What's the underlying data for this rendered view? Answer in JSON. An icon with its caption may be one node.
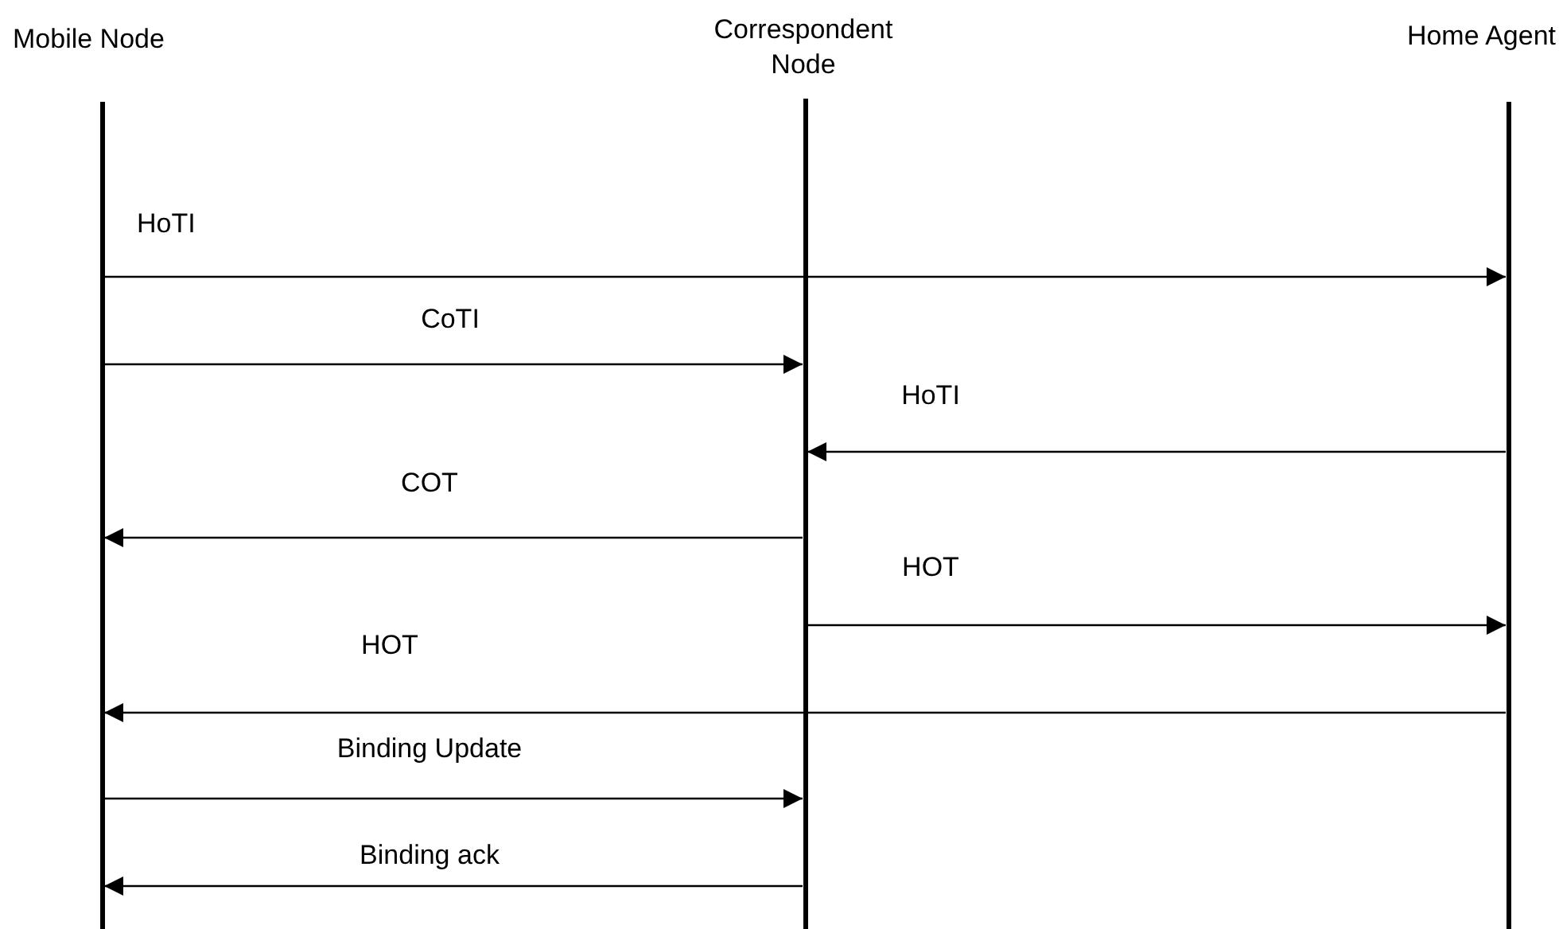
{
  "diagram": {
    "nodes": [
      {
        "text": [
          "Mobile Node"
        ]
      },
      {
        "text": [
          "Correspondent Node"
        ]
      },
      {
        "text": [
          "Home Agent"
        ]
      }
    ],
    "edges": [
      {
        "from": 0,
        "to": 2,
        "arrow": "to",
        "label": "HoTI"
      },
      {
        "from": 0,
        "to": 1,
        "arrow": "to",
        "label": "CoTI"
      },
      {
        "from": 2,
        "to": 1,
        "arrow": "to",
        "label": "HoTI"
      },
      {
        "from": 1,
        "to": 0,
        "arrow": "to",
        "label": "COT"
      },
      {
        "from": 1,
        "to": 2,
        "arrow": "to",
        "label": "HOT"
      },
      {
        "from": 2,
        "to": 0,
        "arrow": "to",
        "label": "HOT"
      },
      {
        "from": 0,
        "to": 1,
        "arrow": "to",
        "label": "Binding Update"
      },
      {
        "from": 1,
        "to": 0,
        "arrow": "to",
        "label": "Binding ack"
      }
    ]
  }
}
